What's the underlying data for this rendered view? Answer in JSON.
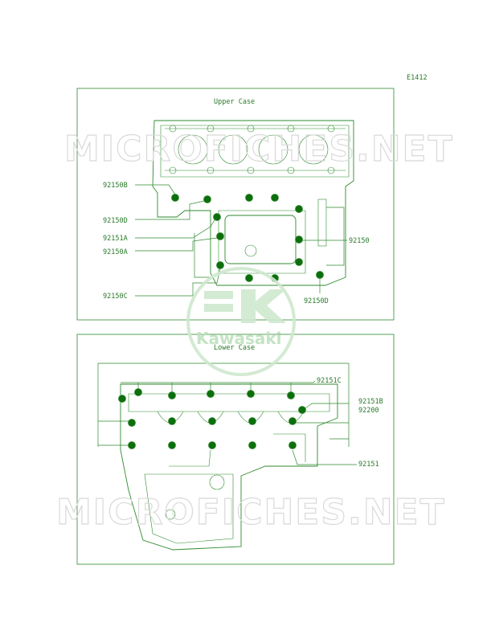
{
  "ref_code": "E1412",
  "watermark_text": "MICROFICHES.NET",
  "logo_text": "Kawasaki",
  "upper": {
    "title": "Upper Case",
    "labels": [
      "92150B",
      "92150D",
      "92151A",
      "92150A",
      "92150C",
      "92150",
      "92150D"
    ]
  },
  "lower": {
    "title": "Lower Case",
    "labels": [
      "92151C",
      "92151B",
      "92200",
      "92151"
    ]
  },
  "colors": {
    "line": "#2f8a2f",
    "text": "#2a7a2a",
    "bolt": "#0c6e0c",
    "watermark": "#d9d9d9"
  }
}
